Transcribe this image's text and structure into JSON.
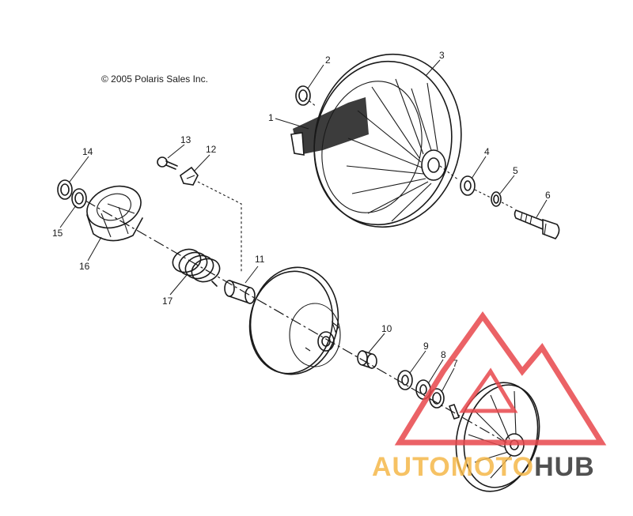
{
  "copyright": "© 2005 Polaris Sales Inc.",
  "callouts": [
    "1",
    "2",
    "3",
    "4",
    "5",
    "6",
    "7",
    "8",
    "9",
    "10",
    "11",
    "12",
    "13",
    "14",
    "15",
    "16",
    "17"
  ],
  "watermark": {
    "part1": "AUTOMOTO",
    "part2": "HUB",
    "color1": "#f5b84a",
    "color2": "#333333",
    "triangle_color": "#e8474c"
  }
}
